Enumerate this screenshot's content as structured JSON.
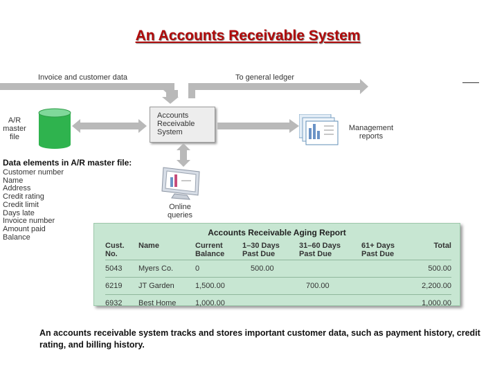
{
  "title": "An Accounts Receivable System",
  "flow": {
    "input_label": "Invoice and customer data",
    "output_label": "To general ledger"
  },
  "master_file_label": [
    "A/R",
    "master",
    "file"
  ],
  "ar_system_label": [
    "Accounts",
    "Receivable",
    "System"
  ],
  "management_label": [
    "Management",
    "reports"
  ],
  "online_label": [
    "Online",
    "queries"
  ],
  "data_elements": {
    "heading": "Data elements in A/R master file:",
    "items": [
      "Customer number",
      "Name",
      "Address",
      "Credit rating",
      "Credit limit",
      "Days late",
      "Invoice number",
      "Amount paid",
      "Balance"
    ]
  },
  "report": {
    "title": "Accounts Receivable Aging Report",
    "headers": [
      [
        "Cust.",
        "No."
      ],
      [
        "Name",
        ""
      ],
      [
        "Current",
        "Balance"
      ],
      [
        "1–30 Days",
        "Past Due"
      ],
      [
        "31–60 Days",
        "Past Due"
      ],
      [
        "61+ Days",
        "Past Due"
      ],
      [
        "Total",
        ""
      ]
    ],
    "rows": [
      [
        "5043",
        "Myers Co.",
        "0",
        "500.00",
        "",
        "",
        "500.00"
      ],
      [
        "6219",
        "JT Garden",
        "1,500.00",
        "",
        "700.00",
        "",
        "2,200.00"
      ],
      [
        "6932",
        "Best Home",
        "1,000.00",
        "",
        "",
        "",
        "1,000.00"
      ]
    ]
  },
  "caption": "An accounts receivable system tracks and stores important customer data, such as payment history, credit rating, and billing history.",
  "colors": {
    "title": "#b00b0b",
    "band": "#b9b9b9",
    "cylinder": "#2fb34e",
    "report_bg": "#c7e6d2"
  }
}
